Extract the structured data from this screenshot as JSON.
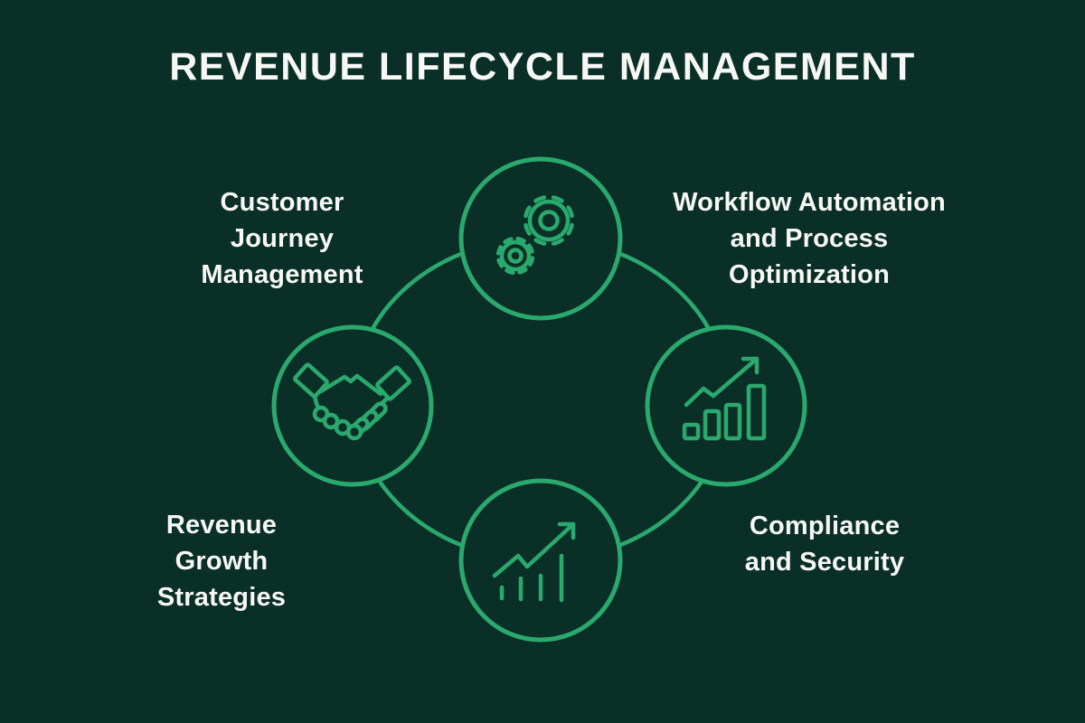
{
  "title": "REVENUE LIFECYCLE MANAGEMENT",
  "colors": {
    "bg": "#0a2f26",
    "accent": "#2aa96e",
    "text": "#f7f8f5"
  },
  "diagram": {
    "type": "cycle",
    "nodes": [
      {
        "id": "workflow-automation",
        "position": "top",
        "icon": "gears-icon",
        "label": "Workflow Automation\nand Process\nOptimization"
      },
      {
        "id": "customer-journey",
        "position": "left",
        "icon": "handshake-icon",
        "label": "Customer\nJourney\nManagement"
      },
      {
        "id": "compliance-security",
        "position": "right",
        "icon": "bar-chart-growth-icon",
        "label": "Compliance\nand Security"
      },
      {
        "id": "revenue-growth",
        "position": "bottom",
        "icon": "line-chart-growth-icon",
        "label": "Revenue\nGrowth\nStrategies"
      }
    ]
  }
}
